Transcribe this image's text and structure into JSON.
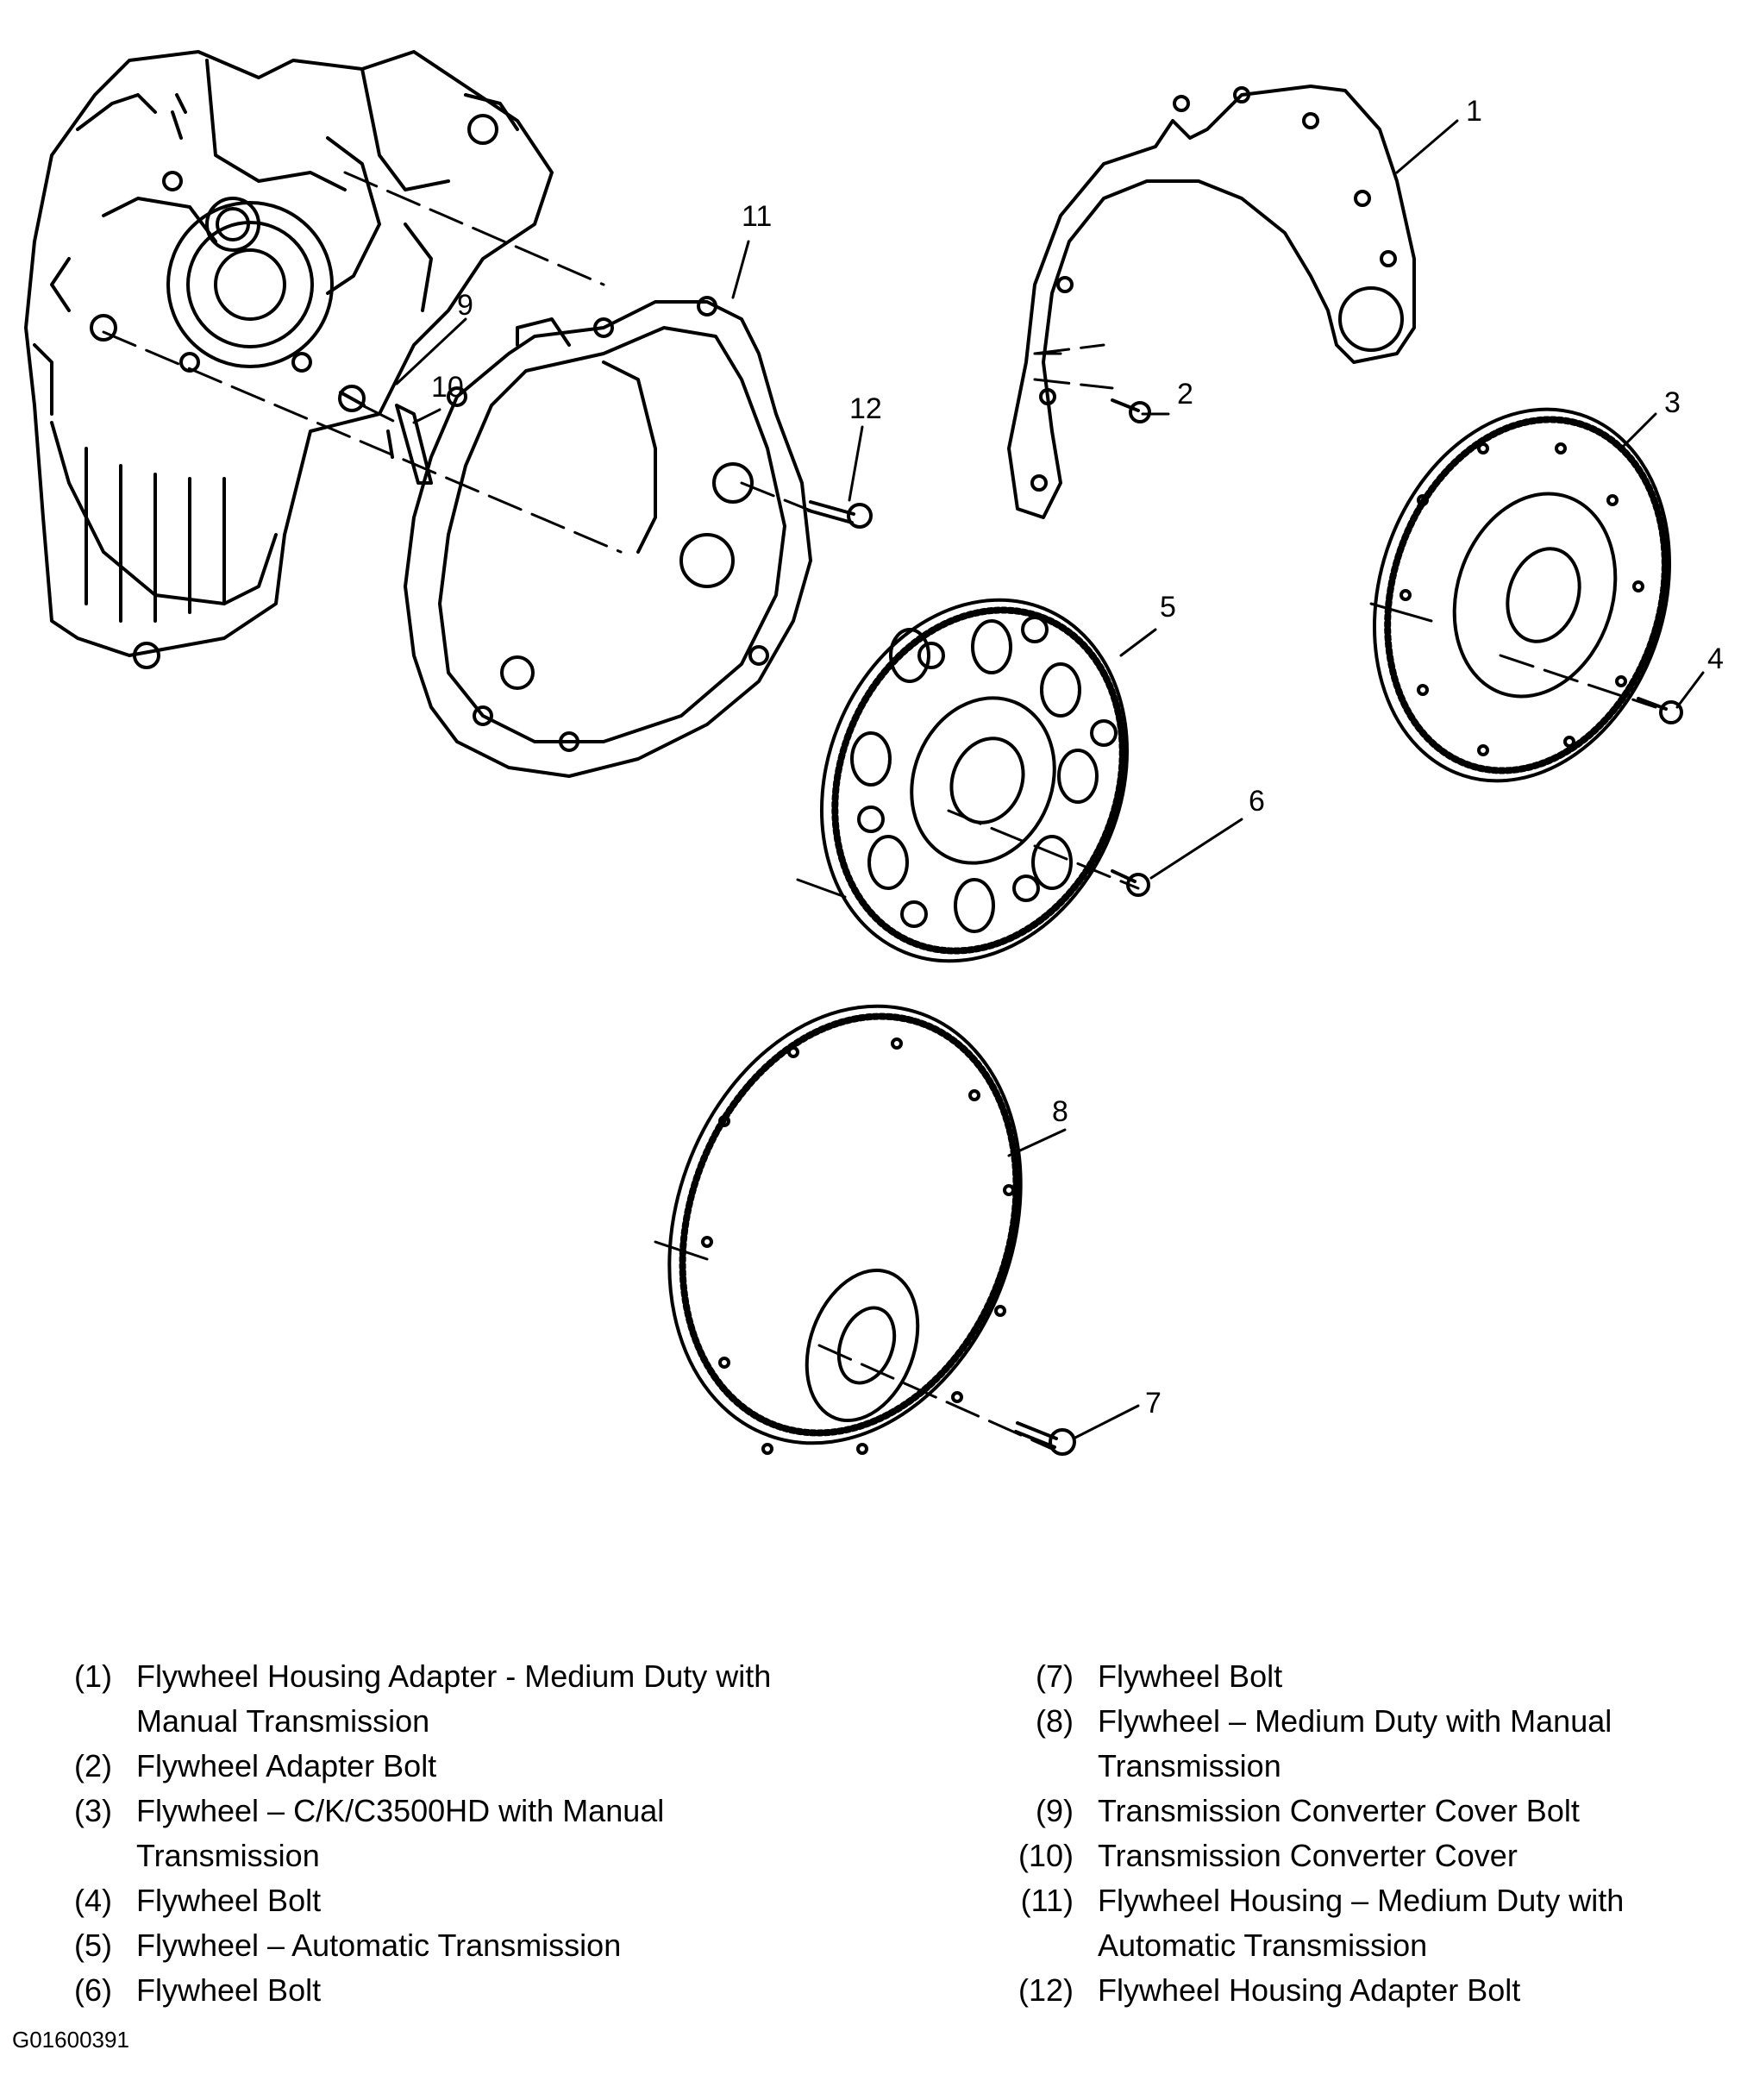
{
  "callouts": [
    "1",
    "2",
    "3",
    "4",
    "5",
    "6",
    "7",
    "8",
    "9",
    "10",
    "11",
    "12"
  ],
  "legend": {
    "left": [
      {
        "num": "(1)",
        "text": "Flywheel Housing Adapter - Medium Duty with Manual Transmission"
      },
      {
        "num": "(2)",
        "text": "Flywheel Adapter Bolt"
      },
      {
        "num": "(3)",
        "text": "Flywheel – C/K/C3500HD with Manual Transmission"
      },
      {
        "num": "(4)",
        "text": "Flywheel Bolt"
      },
      {
        "num": "(5)",
        "text": "Flywheel – Automatic Transmission"
      },
      {
        "num": "(6)",
        "text": "Flywheel Bolt"
      }
    ],
    "right": [
      {
        "num": "(7)",
        "text": "Flywheel Bolt"
      },
      {
        "num": "(8)",
        "text": "Flywheel – Medium Duty with Manual Transmission"
      },
      {
        "num": "(9)",
        "text": "Transmission Converter Cover Bolt"
      },
      {
        "num": "(10)",
        "text": "Transmission Converter Cover"
      },
      {
        "num": "(11)",
        "text": "Flywheel Housing – Medium Duty with Automatic Transmission"
      },
      {
        "num": "(12)",
        "text": "Flywheel Housing Adapter Bolt"
      }
    ]
  },
  "figure_id": "G01600391"
}
